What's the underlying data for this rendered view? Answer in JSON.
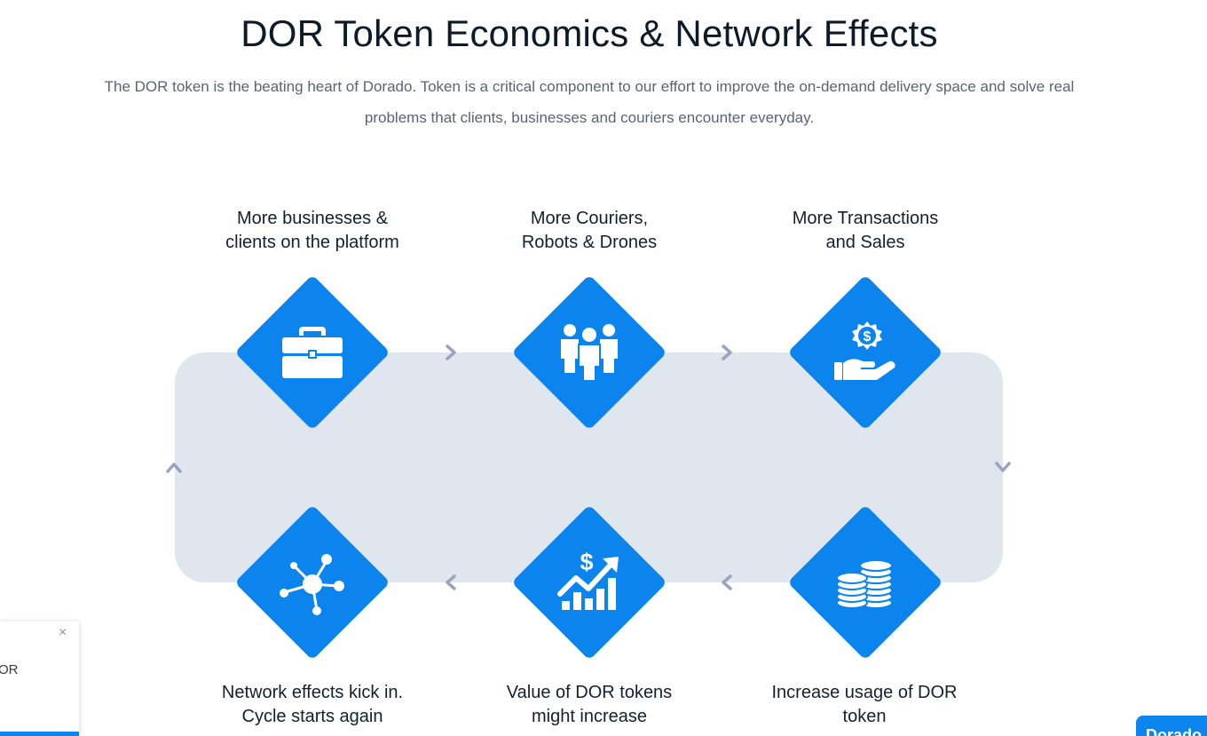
{
  "title": "DOR Token Economics & Network Effects",
  "subtitle_line1": "The DOR token is the beating heart of Dorado. Token is a critical component to our effort to improve the on-demand delivery space and solve real",
  "subtitle_line2": "problems that clients, businesses and couriers encounter everyday.",
  "steps": [
    {
      "line1": "More businesses &",
      "line2": "clients on the platform",
      "icon": "briefcase-icon"
    },
    {
      "line1": "More Couriers,",
      "line2": "Robots & Drones",
      "icon": "people-group-icon"
    },
    {
      "line1": "More Transactions",
      "line2": "and Sales",
      "icon": "hand-money-icon"
    },
    {
      "line1": "Increase usage of DOR",
      "line2": "token",
      "icon": "coin-stack-icon"
    },
    {
      "line1": "Value of DOR tokens",
      "line2": "might increase",
      "icon": "dollar-growth-chart-icon"
    },
    {
      "line1": "Network effects kick in.",
      "line2": "Cycle starts again",
      "icon": "network-nodes-icon"
    }
  ],
  "toast": {
    "close_label": "×",
    "text": "OR"
  },
  "dorado_button_label": "Dorado",
  "colors": {
    "accent": "#0b84ee",
    "panel": "#e0e6ed",
    "arrow": "#9aa4c1"
  }
}
